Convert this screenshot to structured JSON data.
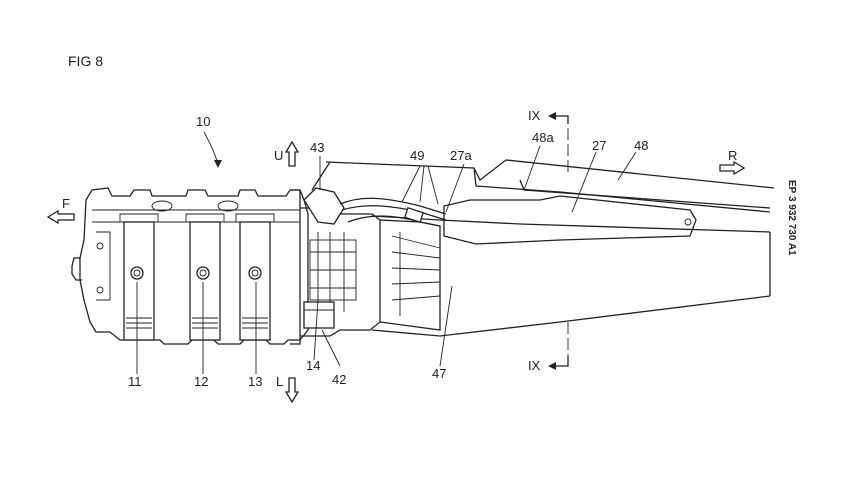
{
  "figure": {
    "title": "FIG 8",
    "publication_number": "EP 3 932 730 A1",
    "reference_numerals": [
      "10",
      "11",
      "12",
      "13",
      "14",
      "27",
      "27a",
      "42",
      "43",
      "47",
      "48",
      "48a",
      "49"
    ],
    "section_markers": {
      "top": "IX",
      "bottom": "IX"
    },
    "direction_labels": {
      "front": "F",
      "rear": "R",
      "up": "U",
      "down": "L"
    }
  }
}
